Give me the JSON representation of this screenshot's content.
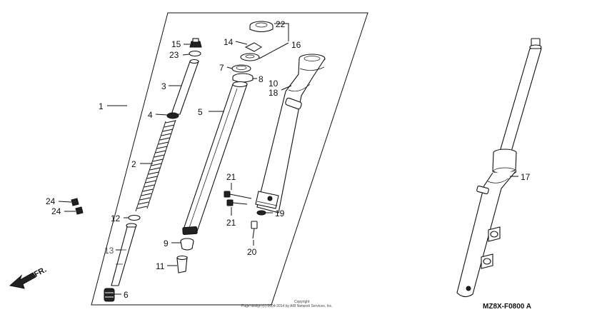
{
  "callouts": {
    "c1": "1",
    "c2": "2",
    "c3": "3",
    "c4": "4",
    "c5": "5",
    "c6": "6",
    "c7": "7",
    "c8": "8",
    "c9": "9",
    "c10": "10",
    "c11": "11",
    "c12": "12",
    "c13": "13",
    "c14": "14",
    "c15": "15",
    "c16": "16",
    "c17": "17",
    "c18": "18",
    "c19": "19",
    "c20a": "20",
    "c21a": "21",
    "c21b": "21",
    "c22": "22",
    "c23": "23",
    "c24a": "24",
    "c24b": "24"
  },
  "direction": {
    "front": "FR."
  },
  "drawing_code": "MZ8X-F0800 A",
  "copyright": {
    "line1": "Copyright",
    "line2": "Page design (c) 2004-2014 by ARI Network Services, Inc."
  }
}
